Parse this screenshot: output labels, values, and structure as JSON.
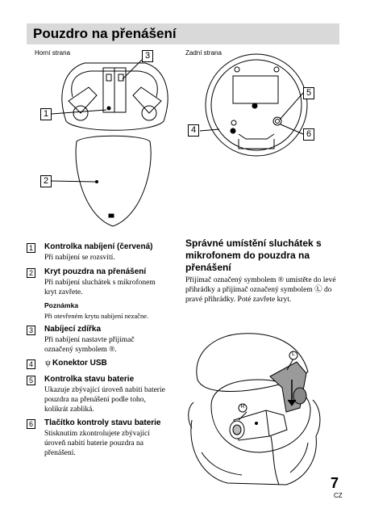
{
  "header": {
    "title": "Pouzdro na přenášení"
  },
  "figure": {
    "top_caption": "Horní strana",
    "back_caption": "Zadní strana",
    "callouts": [
      "1",
      "2",
      "3",
      "4",
      "5",
      "6"
    ]
  },
  "items": [
    {
      "num": "1",
      "title": "Kontrolka nabíjení (červená)",
      "desc": "Při nabíjení se rozsvítí."
    },
    {
      "num": "2",
      "title": "Kryt pouzdra na přenášení",
      "desc": "Při nabíjení sluchátek s mikrofonem kryt zavřete.",
      "note_title": "Poznámka",
      "note": "Při otevřeném krytu nabíjení nezačne."
    },
    {
      "num": "3",
      "title": "Nabíjecí zdířka",
      "desc": "Při nabíjení nastavte přijímač označený symbolem ®."
    },
    {
      "num": "4",
      "title": "Konektor USB",
      "icon": "usb-icon"
    },
    {
      "num": "5",
      "title": "Kontrolka stavu baterie",
      "desc": "Ukazuje zbývající úroveň nabití baterie pouzdra na přenášení podle toho, kolikrát zabliká."
    },
    {
      "num": "6",
      "title": "Tlačítko kontroly stavu baterie",
      "desc": "Stisknutím zkontrolujete zbývající úroveň nabití baterie pouzdra na přenášení."
    }
  ],
  "right": {
    "title": "Správné umístění sluchátek s mikrofonem do pouzdra na přenášení",
    "body": "Přijímač označený symbolem ® umístěte do levé přihrádky a přijímač označený symbolem Ⓛ do pravé přihrádky. Poté zavřete kryt.",
    "label_l": "L",
    "label_r": "R"
  },
  "footer": {
    "page": "7",
    "lang": "CZ"
  }
}
